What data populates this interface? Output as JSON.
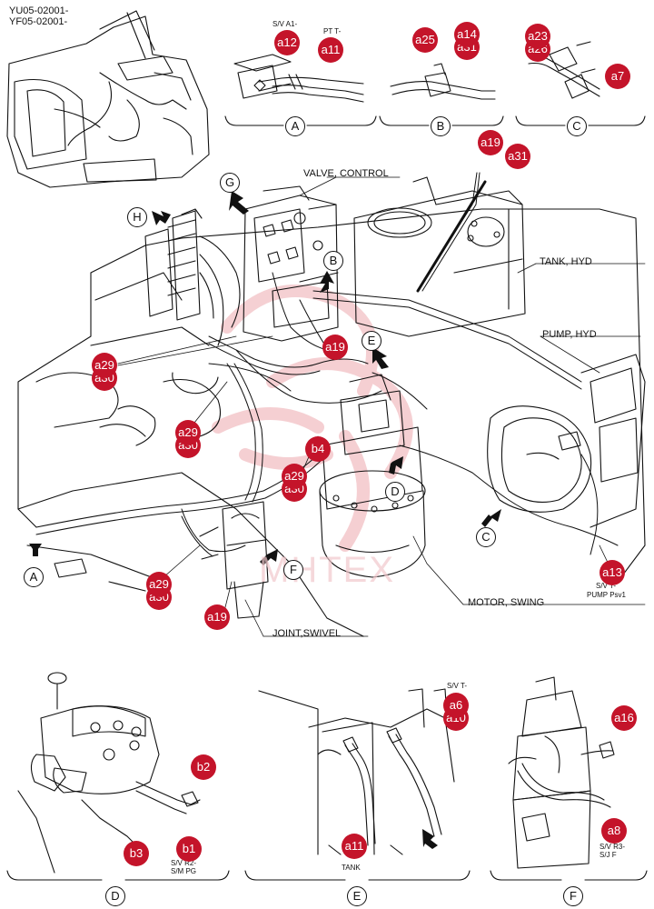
{
  "header": {
    "line1": "YU05-02001-",
    "line2": "YF05-02001-"
  },
  "labels": {
    "valve_control": "VALVE, CONTROL",
    "tank_hyd": "TANK, HYD",
    "pump_hyd": "PUMP, HYD",
    "motor_swing": "MOTOR, SWING",
    "joint_swivel": "JOINT,SWIVEL",
    "watermark": "ΜΗΤΕΧ"
  },
  "small_text": {
    "sv_a1": "S/V A1-",
    "pt_t": "PT T-",
    "sv_t_pump": "S/V T-",
    "pump_psv1": "PUMP Psv1",
    "sv_r2": "S/V R2-",
    "sm_pg": "S/M PG",
    "sv_t_e": "S/V T-",
    "tank": "TANK",
    "sv_r3": "S/V R3-",
    "sj_f": "S/J F"
  },
  "views": {
    "A": "A",
    "B": "B",
    "C": "C",
    "D": "D",
    "E": "E",
    "F": "F",
    "G": "G",
    "H": "H"
  },
  "callouts": {
    "a12": "a12",
    "a11_top": "a11",
    "a25": "a25",
    "a14": "a14",
    "a31_ghost_b": "a31",
    "a23": "a23",
    "a26_ghost": "a26",
    "a7": "a7",
    "a19_top": "a19",
    "a31_top": "a31",
    "a29_1": "a29",
    "a30_ghost_1": "a30",
    "a19_mid": "a19",
    "a29_2": "a29",
    "a30_ghost_2": "a30",
    "b4": "b4",
    "a29_3": "a29",
    "a30_ghost_3": "a30",
    "a29_4": "a29",
    "a30_ghost_4": "a30",
    "a19_low": "a19",
    "a13": "a13",
    "b2": "b2",
    "b3": "b3",
    "b1": "b1",
    "a6": "a6",
    "a10_ghost": "a10",
    "a11_e": "a11",
    "a16": "a16",
    "a8": "a8"
  }
}
